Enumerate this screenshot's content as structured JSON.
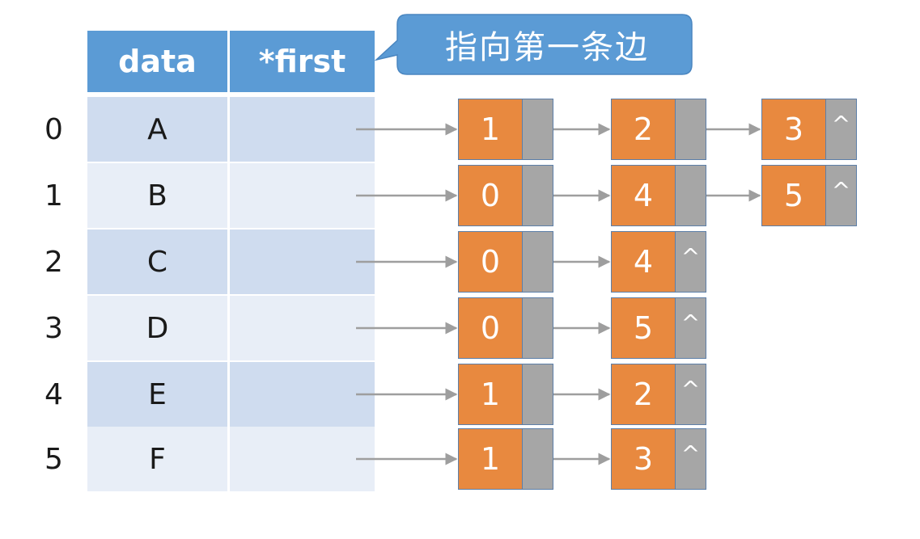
{
  "table": {
    "headers": {
      "data": "data",
      "first": "*first"
    },
    "rows": [
      {
        "index": "0",
        "data": "A"
      },
      {
        "index": "1",
        "data": "B"
      },
      {
        "index": "2",
        "data": "C"
      },
      {
        "index": "3",
        "data": "D"
      },
      {
        "index": "4",
        "data": "E"
      },
      {
        "index": "5",
        "data": "F"
      }
    ]
  },
  "callout": {
    "text": "指向第一条边"
  },
  "null_symbol": "^",
  "adjacency": [
    [
      "1",
      "2",
      "3"
    ],
    [
      "0",
      "4",
      "5"
    ],
    [
      "0",
      "4"
    ],
    [
      "0",
      "5"
    ],
    [
      "1",
      "2"
    ],
    [
      "1",
      "3"
    ]
  ],
  "colors": {
    "header": "#5b9bd5",
    "callout": "#5b9bd5",
    "node_adj": "#e8893f",
    "node_next": "#a6a6a6",
    "row_dark": "#cfdcef",
    "row_light": "#e8eef7",
    "arrow": "#9e9e9e"
  }
}
